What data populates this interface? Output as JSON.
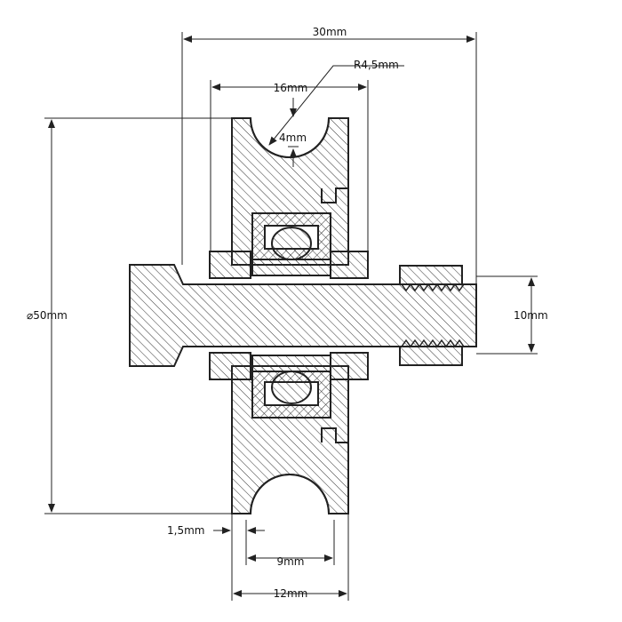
{
  "dimensions": {
    "overall_width": "30mm",
    "groove_radius": "R4,5mm",
    "bearing_width": "16mm",
    "groove_depth": "4mm",
    "outer_diameter": "⌀50mm",
    "bore": "10mm",
    "offset": "1,5mm",
    "groove_width": "9mm",
    "wheel_width": "12mm"
  }
}
